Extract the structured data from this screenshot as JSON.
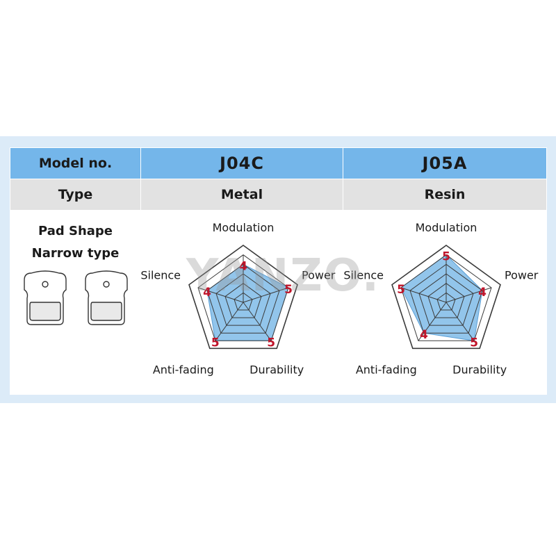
{
  "table": {
    "header_label": "Model no.",
    "type_label": "Type",
    "shape_line1": "Pad Shape",
    "shape_line2": "Narrow type",
    "models": [
      {
        "name": "J04C",
        "type": "Metal"
      },
      {
        "name": "J05A",
        "type": "Resin"
      }
    ]
  },
  "watermark": "YANZO.",
  "colors": {
    "header_bg": "#74b6ea",
    "type_bg": "#e2e2e2",
    "frame_bg": "#dcebf8",
    "fill": "#7fbbe8",
    "value_label": "#c0152b"
  },
  "chart_data": [
    {
      "type": "radar",
      "title": "J04C",
      "axes": [
        "Modulation",
        "Power",
        "Durability",
        "Anti-fading",
        "Silence"
      ],
      "values": [
        4,
        5,
        5,
        5,
        4
      ],
      "value_labels": [
        "4",
        "5",
        "5",
        "5",
        "4"
      ],
      "range": [
        0,
        6
      ]
    },
    {
      "type": "radar",
      "title": "J05A",
      "axes": [
        "Modulation",
        "Power",
        "Durability",
        "Anti-fading",
        "Silence"
      ],
      "values": [
        5,
        4,
        5,
        4,
        5
      ],
      "value_labels": [
        "5",
        "4",
        "5",
        "4",
        "5"
      ],
      "range": [
        0,
        6
      ]
    }
  ]
}
